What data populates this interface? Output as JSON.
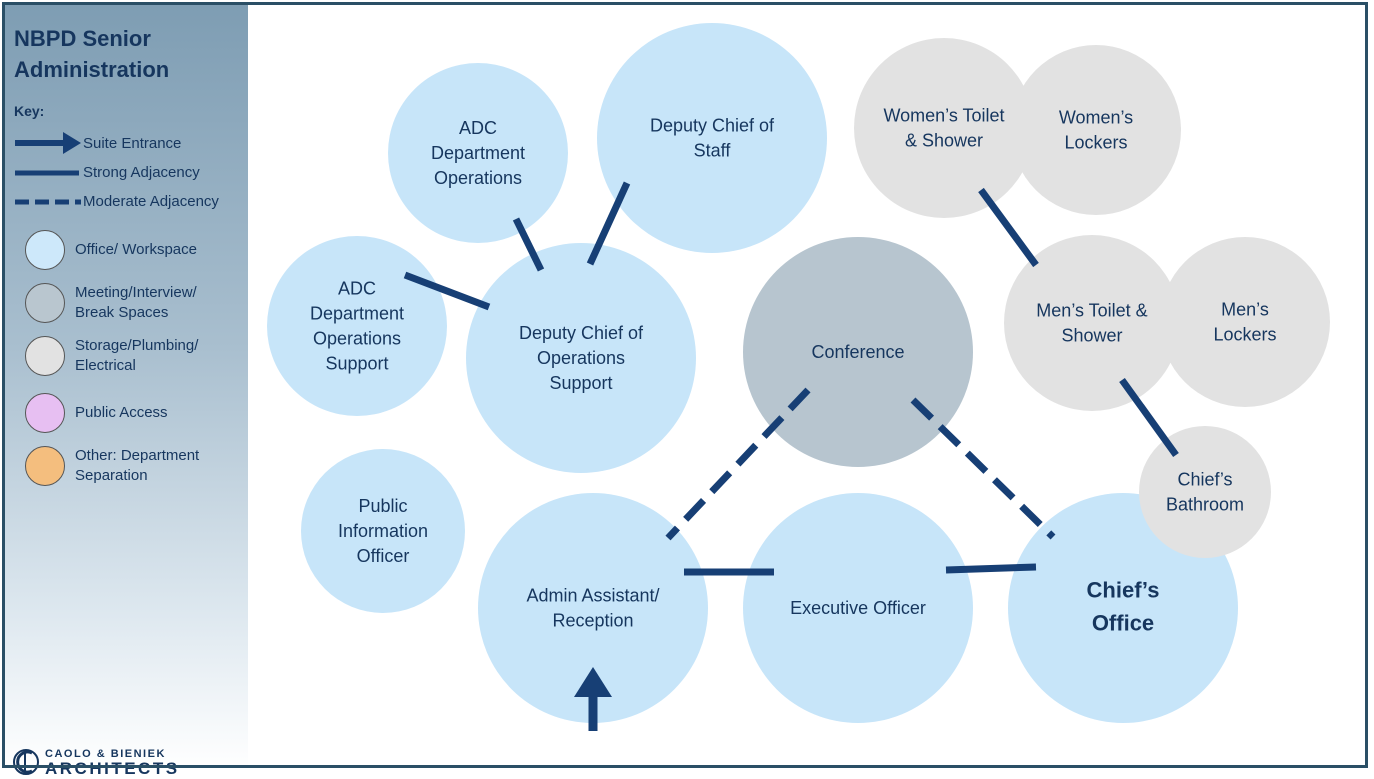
{
  "title": [
    "NBPD Senior",
    "Administration"
  ],
  "key": {
    "heading": "Key:",
    "lines": [
      {
        "label": "Suite Entrance",
        "icon": "arrow-icon"
      },
      {
        "label": "Strong Adjacency",
        "icon": "solid-line-icon"
      },
      {
        "label": "Moderate Adjacency",
        "icon": "dashed-line-icon"
      }
    ],
    "circles": [
      {
        "lines": [
          "Office/ Workspace"
        ],
        "color": "#cde8fa"
      },
      {
        "lines": [
          "Meeting/Interview/",
          "Break Spaces"
        ],
        "color": "#b9c6cf"
      },
      {
        "lines": [
          "Storage/Plumbing/",
          "Electrical"
        ],
        "color": "#e2e2e2"
      },
      {
        "lines": [
          "Public Access"
        ],
        "color": "#e7bff2"
      },
      {
        "lines": [
          "Other: Department",
          "Separation"
        ],
        "color": "#f4be7e"
      }
    ]
  },
  "colors": {
    "office": "#c7e5f9",
    "meeting": "#b7c5cf",
    "storage": "#e2e2e2",
    "line": "#173f75"
  },
  "rooms": [
    {
      "id": "adc-dept-ops",
      "type": "office",
      "lines": [
        "ADC",
        "Department",
        "Operations"
      ]
    },
    {
      "id": "deputy-chief-staff",
      "type": "office",
      "lines": [
        "Deputy Chief of",
        "Staff"
      ]
    },
    {
      "id": "adc-dept-ops-support",
      "type": "office",
      "lines": [
        "ADC",
        "Department",
        "Operations",
        "Support"
      ]
    },
    {
      "id": "deputy-chief-ops-support",
      "type": "office",
      "lines": [
        "Deputy Chief of",
        "Operations",
        "Support"
      ]
    },
    {
      "id": "public-info-officer",
      "type": "office",
      "lines": [
        "Public",
        "Information",
        "Officer"
      ]
    },
    {
      "id": "conference",
      "type": "meeting",
      "lines": [
        "Conference"
      ]
    },
    {
      "id": "admin-assistant",
      "type": "office",
      "lines": [
        "Admin Assistant/",
        "Reception"
      ]
    },
    {
      "id": "executive-officer",
      "type": "office",
      "lines": [
        "Executive Officer"
      ]
    },
    {
      "id": "chiefs-office",
      "type": "office",
      "lines": [
        "Chief’s",
        "Office"
      ],
      "bold": true
    },
    {
      "id": "womens-toilet",
      "type": "storage",
      "lines": [
        "Women’s Toilet",
        "& Shower"
      ]
    },
    {
      "id": "womens-lockers",
      "type": "storage",
      "lines": [
        "Women’s",
        "Lockers"
      ]
    },
    {
      "id": "mens-toilet",
      "type": "storage",
      "lines": [
        "Men’s Toilet &",
        "Shower"
      ]
    },
    {
      "id": "mens-lockers",
      "type": "storage",
      "lines": [
        "Men’s",
        "Lockers"
      ]
    },
    {
      "id": "chiefs-bathroom",
      "type": "storage",
      "lines": [
        "Chief’s",
        "Bathroom"
      ]
    }
  ],
  "adjacencies": [
    {
      "from": "adc-dept-ops",
      "to": "deputy-chief-ops-support",
      "strength": "strong"
    },
    {
      "from": "deputy-chief-staff",
      "to": "deputy-chief-ops-support",
      "strength": "strong"
    },
    {
      "from": "adc-dept-ops-support",
      "to": "deputy-chief-ops-support",
      "strength": "strong"
    },
    {
      "from": "womens-toilet",
      "to": "mens-toilet",
      "strength": "strong"
    },
    {
      "from": "mens-toilet",
      "to": "chiefs-bathroom",
      "strength": "strong"
    },
    {
      "from": "admin-assistant",
      "to": "executive-officer",
      "strength": "strong"
    },
    {
      "from": "executive-officer",
      "to": "chiefs-office",
      "strength": "strong"
    },
    {
      "from": "conference",
      "to": "admin-assistant",
      "strength": "moderate"
    },
    {
      "from": "conference",
      "to": "chiefs-office",
      "strength": "moderate"
    }
  ],
  "entrance": {
    "room": "admin-assistant",
    "icon": "suite-entrance-arrow-icon"
  },
  "logo": {
    "line1": "CAOLO & BIENIEK",
    "line2": "ARCHITECTS"
  }
}
